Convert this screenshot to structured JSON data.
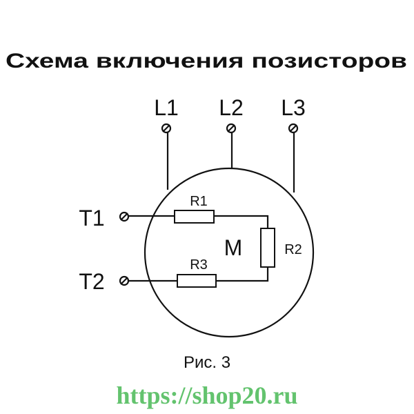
{
  "title": "Схема включения позисторов",
  "caption": "Рис. 3",
  "terminals": {
    "l1": "L1",
    "l2": "L2",
    "l3": "L3",
    "t1": "T1",
    "t2": "T2"
  },
  "motor_label": "M",
  "resistors": {
    "r1": "R1",
    "r2": "R2",
    "r3": "R3"
  },
  "watermark": "https://shop20.ru",
  "colors": {
    "line": "#111111",
    "watermark": "#3cb44a"
  }
}
